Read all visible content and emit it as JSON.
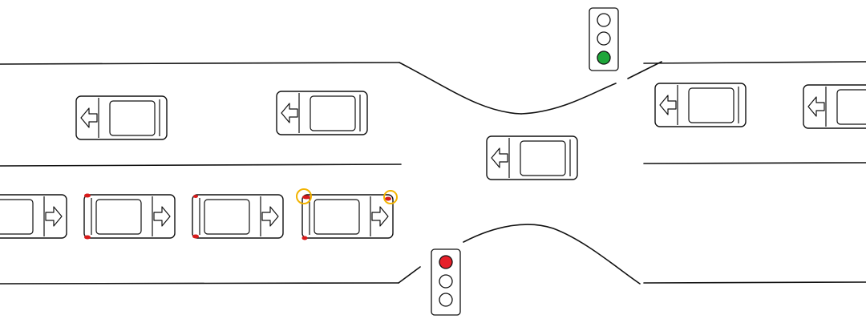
{
  "scene": {
    "colors": {
      "line": "#111111",
      "car_fill": "#ffffff",
      "lamp_off": "#ffffff",
      "green_on": "#1fa63a",
      "red_on": "#e6202a",
      "brake_light": "#d81b1b",
      "indicator_ring": "#f2b300"
    },
    "icons": {
      "car": "car-top-view-icon",
      "direction_left": "arrow-left-icon",
      "direction_right": "arrow-right-icon",
      "traffic_light": "traffic-light-icon"
    },
    "traffic_lights": [
      {
        "id": "top",
        "active": "green"
      },
      {
        "id": "bottom",
        "active": "red"
      }
    ],
    "cars_westbound": 5,
    "cars_eastbound": 4,
    "eastbound_queue_braking": true,
    "lead_car_hazard_indicators": true
  }
}
